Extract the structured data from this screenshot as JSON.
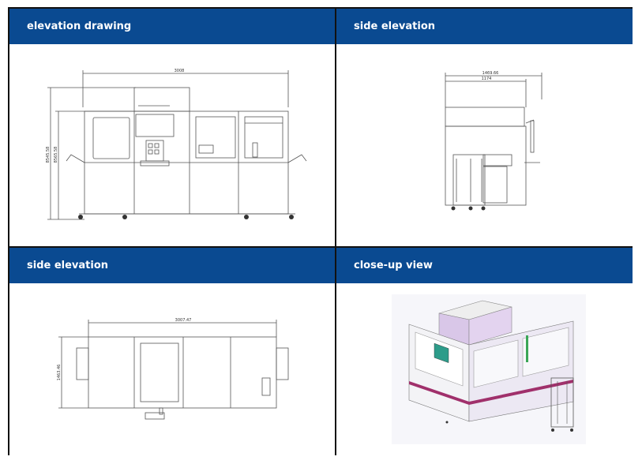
{
  "panels": [
    {
      "title": "elevation drawing",
      "dims": {
        "width": "3008",
        "height_a": "8545.58",
        "height_b": "8565.58"
      }
    },
    {
      "title": "side elevation",
      "dims": {
        "width_outer": "1469.66",
        "width_inner": "1174"
      }
    },
    {
      "title": "side elevation",
      "dims": {
        "width": "3007.47",
        "height": "1463.46"
      }
    },
    {
      "title": "close-up view"
    }
  ]
}
